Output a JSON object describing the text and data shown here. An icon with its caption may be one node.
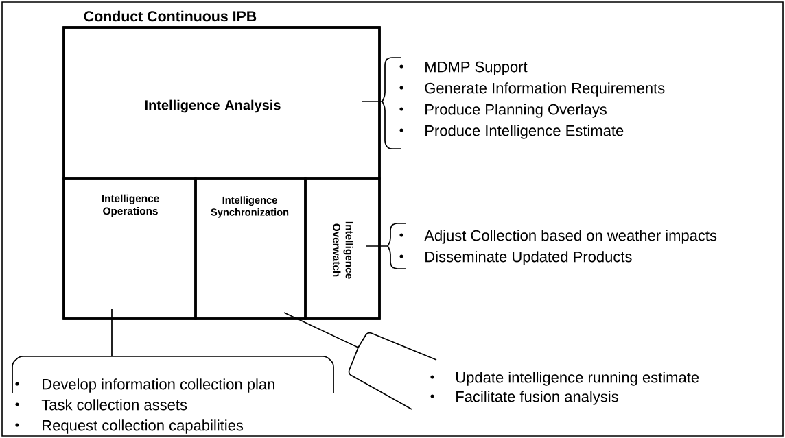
{
  "diagram": {
    "nodes": [
      {
        "text": [
          "Conduct Continuous IPB"
        ]
      },
      {
        "text": [
          "Intelligence Analysis"
        ],
        "in": 0
      },
      {
        "text": [
          "Intelligence Operations"
        ],
        "in": 0
      },
      {
        "text": [
          "Intelligence Synchronization"
        ],
        "in": 0
      },
      {
        "text": [
          "Intelligence Overwatch"
        ],
        "in": 0
      },
      {
        "text": [
          "MDMP Support",
          "Generate Information Requirements",
          "Produce Planning Overlays",
          "Produce Intelligence Estimate"
        ]
      },
      {
        "text": [
          "Adjust Collection based on weather impacts",
          "Disseminate Updated Products"
        ]
      },
      {
        "text": [
          "Develop information collection plan",
          "Task collection assets",
          "Request collection capabilities"
        ]
      },
      {
        "text": [
          "Update intelligence running estimate",
          "Facilitate fusion analysis"
        ]
      }
    ],
    "edges": [
      {
        "from": 5,
        "to": 1,
        "arrow": "none"
      },
      {
        "from": 6,
        "to": 4,
        "arrow": "none"
      },
      {
        "from": 7,
        "to": 2,
        "arrow": "none"
      },
      {
        "from": 8,
        "to": 3,
        "arrow": "none"
      }
    ]
  }
}
